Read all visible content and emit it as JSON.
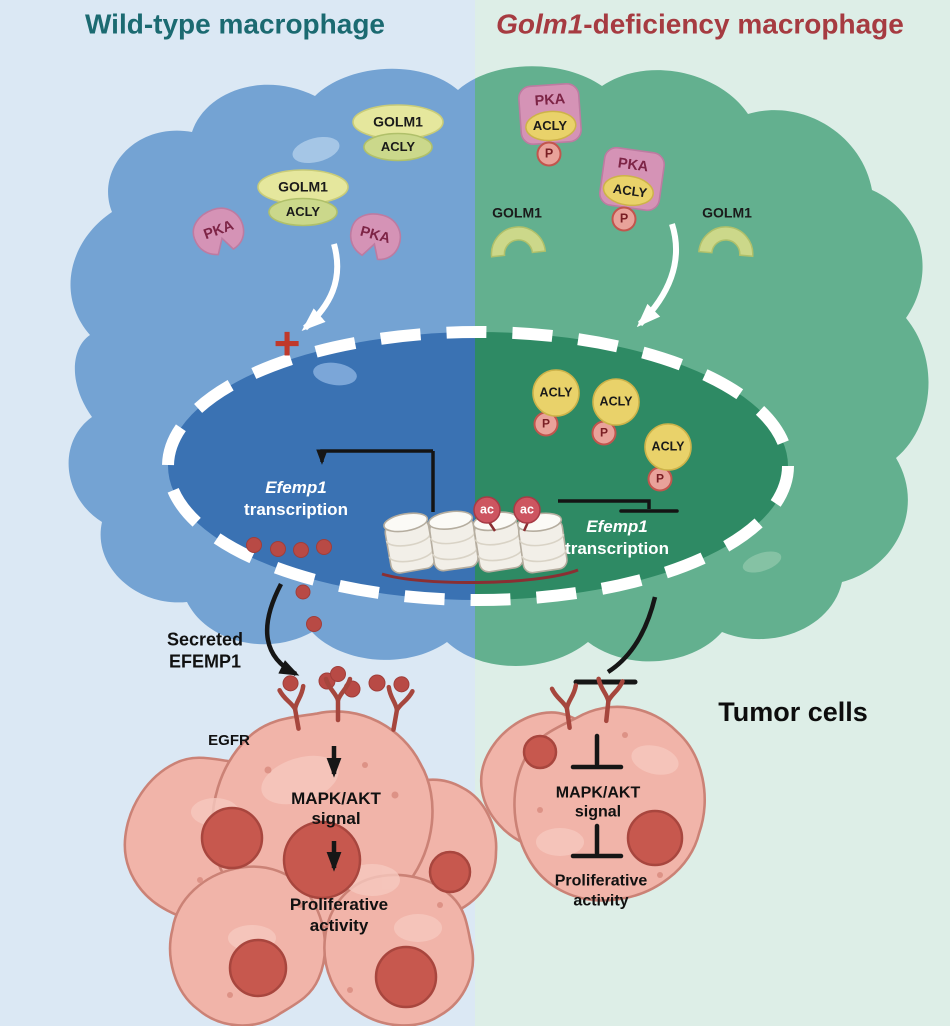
{
  "palette": {
    "bg_left": "#dbe8f4",
    "bg_right": "#ddeee7",
    "cell_left": "#74a3d3",
    "cell_right": "#63b08f",
    "nucleus_left": "#3a72b3",
    "nucleus_right": "#2e8a64",
    "title_left": "#1b6a71",
    "title_right": "#a63b41",
    "golm1_blob": "#e5e79d",
    "acly_blob": "#cbd88b",
    "pka_pink": "#d593b6",
    "acly_circle": "#e9d26a",
    "phospho_circle": "#e9a29a",
    "acetyl_circle": "#cd5560",
    "efemp1_dot": "#b84a45",
    "tumor_body": "#f1b4a9",
    "tumor_nucleus": "#c7584e",
    "arrow_black": "#161616",
    "arrow_white": "#ffffff",
    "plus_red": "#c0392b"
  },
  "titles": {
    "left": "Wild-type macrophage",
    "right_italic": "Golm1",
    "right_rest": "-deficiency macrophage"
  },
  "labels": {
    "golm1": "GOLM1",
    "acly": "ACLY",
    "pka": "PKA",
    "p": "P",
    "ac": "ac",
    "plus": "+",
    "efemp1": "Efemp1",
    "transcription": "transcription",
    "secreted_line1": "Secreted",
    "secreted_line2": "EFEMP1",
    "egfr": "EGFR",
    "tumor_cells": "Tumor cells",
    "mapk_line1": "MAPK/AKT",
    "mapk_line2": "signal",
    "prolif_line1": "Proliferative",
    "prolif_line2": "activity"
  }
}
